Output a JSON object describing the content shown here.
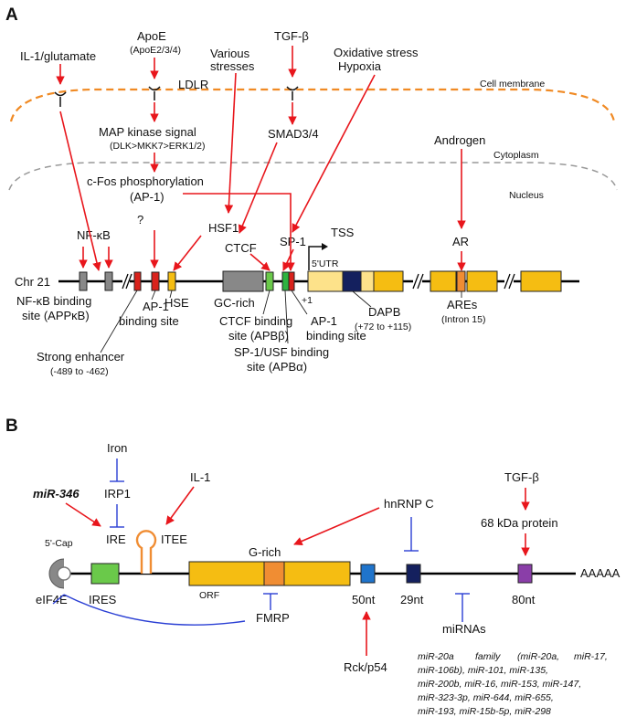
{
  "colors": {
    "arrow": "#e8161c",
    "inhibition": "#2a3fd4",
    "membrane": "#f08a24",
    "nucleus_membrane": "#999999",
    "box_grey": "#888888",
    "box_red": "#d9221c",
    "box_yellow": "#f5bd12",
    "box_green": "#6ac94a",
    "box_navy": "#14205e",
    "box_light_yellow": "#fde28a",
    "box_orange": "#f08d33",
    "box_blue": "#1f74cc",
    "box_purple": "#8a3ea8"
  },
  "panel_a": {
    "letter": "A",
    "signals": {
      "il1": "IL-1/glutamate",
      "apoe": "ApoE",
      "apoe_sub": "(ApoE2/3/4)",
      "ldlr": "LDLR",
      "stresses_1": "Various",
      "stresses_2": "stresses",
      "tgfb": "TGF-β",
      "oxidative_1": "Oxidative stress",
      "oxidative_2": "Hypoxia",
      "cell_membrane": "Cell membrane",
      "mapk": "MAP kinase signal",
      "mapk_sub": "(DLK>MKK7>ERK1/2)",
      "smad": "SMAD3/4",
      "androgen": "Androgen",
      "cytoplasm": "Cytoplasm",
      "cfos_1": "c-Fos phosphorylation",
      "cfos_2": "(AP-1)",
      "nucleus": "Nucleus",
      "nfkb": "NF-κB",
      "question": "?",
      "hsf1": "HSF1",
      "ctcf": "CTCF",
      "sp1": "SP-1",
      "tss": "TSS",
      "ar": "AR"
    },
    "gene": {
      "chr": "Chr 21",
      "utr": "5'UTR",
      "plus1": "+1"
    },
    "annotations": {
      "nfkb_site_1": "NF-κB binding",
      "nfkb_site_2": "site (APPκB)",
      "ap1_site_1": "AP-1",
      "ap1_site_2": "binding site",
      "hse": "HSE",
      "gc_rich": "GC-rich",
      "strong_1": "Strong enhancer",
      "strong_2": "(-489 to -462)",
      "ctcf_site_1": "CTCF binding",
      "ctcf_site_2": "site (APBβ)",
      "sp1_site_1": "SP-1/USF binding",
      "sp1_site_2": "site (APBα)",
      "ap1b_1": "AP-1",
      "ap1b_2": "binding site",
      "dapb_1": "DAPB",
      "dapb_2": "(+72 to +115)",
      "ares_1": "AREs",
      "ares_2": "(Intron 15)"
    }
  },
  "panel_b": {
    "letter": "B",
    "iron": "Iron",
    "irp1": "IRP1",
    "mir346": "miR-346",
    "il1": "IL-1",
    "ire": "IRE",
    "itee": "ITEE",
    "cap": "5'-Cap",
    "hnrnp": "hnRNP C",
    "tgfb": "TGF-β",
    "protein68": "68 kDa protein",
    "grich": "G-rich",
    "polya": "AAAAA",
    "eif4e": "eIF4E",
    "ires": "IRES",
    "orf": "ORF",
    "nt50": "50nt",
    "nt29": "29nt",
    "nt80": "80nt",
    "fmrp": "FMRP",
    "mirnas": "miRNAs",
    "rck": "Rck/p54",
    "mirna_list": {
      "l1a": "miR-20a",
      "l1b": "family",
      "l1c": "(miR-20a,",
      "l1d": "miR-17,",
      "l2": "miR-106b), miR-101, miR-135,",
      "l3": "miR-200b, miR-16, miR-153, miR-147,",
      "l4": "miR-323-3p, miR-644, miR-655,",
      "l5": "miR-193, miR-15b-5p, miR-298"
    }
  }
}
